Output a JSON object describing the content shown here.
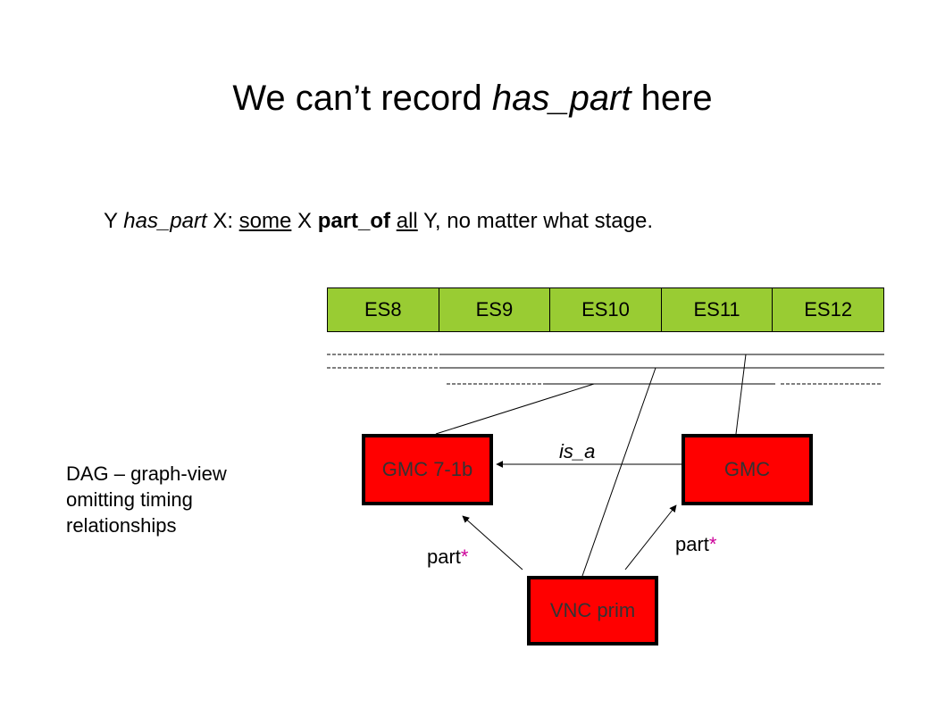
{
  "slide": {
    "title_prefix": "We can’t record ",
    "title_em": "has_part",
    "title_suffix": " here",
    "definition": {
      "y": "Y ",
      "has_part": "has_part",
      "x_colon": " X: ",
      "some": "some",
      "x": " X ",
      "part_of": "part_of",
      "space": " ",
      "all": "all",
      "rest": " Y, no matter what stage."
    }
  },
  "stages": [
    "ES8",
    "ES9",
    "ES10",
    "ES11",
    "ES12"
  ],
  "nodes": {
    "gmc71b": "GMC 7-1b",
    "gmc": "GMC",
    "vnc": "VNC prim"
  },
  "edge_labels": {
    "is_a": "is_a",
    "part_word": "part",
    "part_star": "*"
  },
  "note": "DAG – graph-view omitting timing relationships",
  "colors": {
    "stage_fill": "#99cc33",
    "node_fill": "#ff0000",
    "node_text": "#333333",
    "star": "#cc0099"
  }
}
